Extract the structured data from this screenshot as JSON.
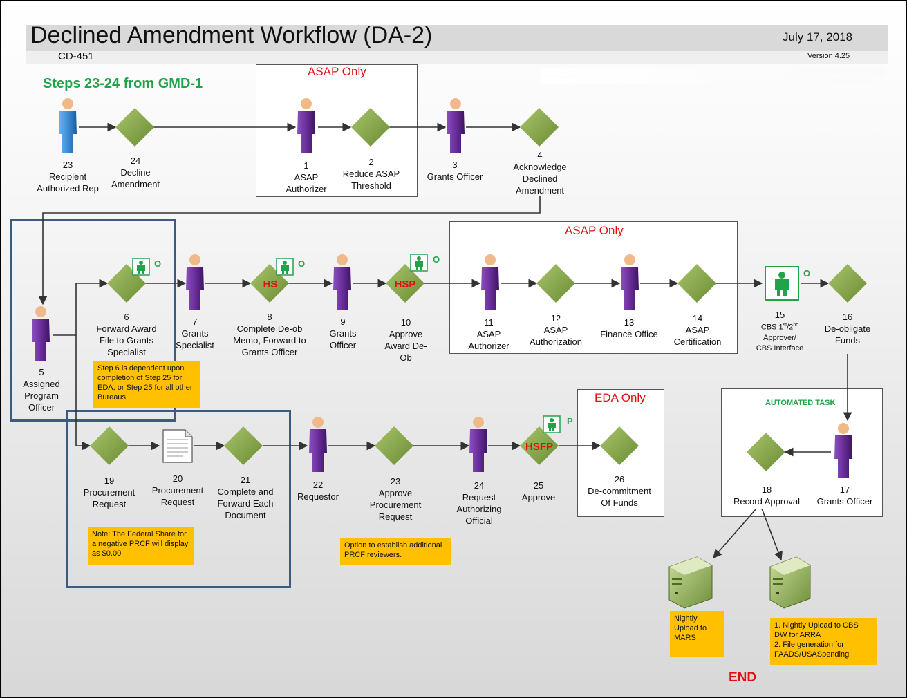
{
  "header": {
    "title": "Declined Amendment Workflow (DA-2)",
    "date": "July 17, 2018",
    "code": "CD-451",
    "version": "Version 4.25"
  },
  "steps_heading": "Steps 23-24 from GMD-1",
  "boxes": {
    "asap_top": "ASAP Only",
    "asap_mid": "ASAP Only",
    "eda": "EDA Only",
    "automated": "AUTOMATED TASK"
  },
  "nodes": {
    "n23_top": {
      "num": "23",
      "text": "Recipient Authorized Rep"
    },
    "n24_top": {
      "num": "24",
      "text": "Decline Amendment"
    },
    "n1": {
      "num": "1",
      "text": "ASAP Authorizer"
    },
    "n2": {
      "num": "2",
      "text": "Reduce ASAP Threshold"
    },
    "n3": {
      "num": "3",
      "text": "Grants Officer"
    },
    "n4": {
      "num": "4",
      "text": "Acknowledge Declined Amendment"
    },
    "n5": {
      "num": "5",
      "text": "Assigned Program Officer"
    },
    "n6": {
      "num": "6",
      "text": "Forward Award File to Grants Specialist"
    },
    "n7": {
      "num": "7",
      "text": "Grants Specialist"
    },
    "n8": {
      "num": "8",
      "text": "Complete De-ob Memo, Forward to Grants Officer"
    },
    "n9": {
      "num": "9",
      "text": "Grants Officer"
    },
    "n10": {
      "num": "10",
      "text": "Approve Award De-Ob"
    },
    "n11": {
      "num": "11",
      "text": "ASAP Authorizer"
    },
    "n12": {
      "num": "12",
      "text": "ASAP Authorization"
    },
    "n13": {
      "num": "13",
      "text": "Finance Office"
    },
    "n14": {
      "num": "14",
      "text": "ASAP Certification"
    },
    "n15": {
      "num": "15",
      "text_a": "CBS 1",
      "sup1": "st",
      "text_b": "/2",
      "sup2": "nd",
      "text_c": "Approver/ CBS Interface"
    },
    "n16": {
      "num": "16",
      "text": "De-obligate Funds"
    },
    "n17": {
      "num": "17",
      "text": "Grants Officer"
    },
    "n18": {
      "num": "18",
      "text": "Record Approval"
    },
    "n19": {
      "num": "19",
      "text": "Procurement Request"
    },
    "n20": {
      "num": "20",
      "text": "Procurement Request"
    },
    "n21": {
      "num": "21",
      "text": "Complete and Forward Each Document"
    },
    "n22": {
      "num": "22",
      "text": "Requestor"
    },
    "n23": {
      "num": "23",
      "text": "Approve Procurement Request"
    },
    "n24": {
      "num": "24",
      "text": "Request Authorizing Official"
    },
    "n25": {
      "num": "25",
      "text": "Approve"
    },
    "n26": {
      "num": "26",
      "text": "De-commitment Of Funds"
    }
  },
  "diamond_labels": {
    "n8": "HS",
    "n10": "HSP",
    "n25": "HSFP"
  },
  "role_markers": {
    "n6": "O",
    "n8": "O",
    "n10": "O",
    "n15": "O",
    "n25": "P"
  },
  "notes": {
    "step6": "Step 6 is dependent upon completion of Step 25 for EDA, or Step 25 for all other Bureaus",
    "federal_share": "Note: The Federal Share for a negative PRCF will display as $0.00",
    "prcf": "Option to establish additional PRCF reviewers.",
    "mars": "Nightly Upload to MARS",
    "cbs_line1": "1. Nightly Upload to CBS DW for ARRA",
    "cbs_line2": "2. File generation for FAADS/USASpending"
  },
  "end_label": "END",
  "colors": {
    "diamond": "#7fa243",
    "person_purple": "#6a2f9a",
    "person_blue": "#3d8fd8",
    "note_bg": "#ffc000",
    "heading_green": "#21a34a",
    "alert_red": "#e01010",
    "highlight_border": "#3c5a82"
  }
}
